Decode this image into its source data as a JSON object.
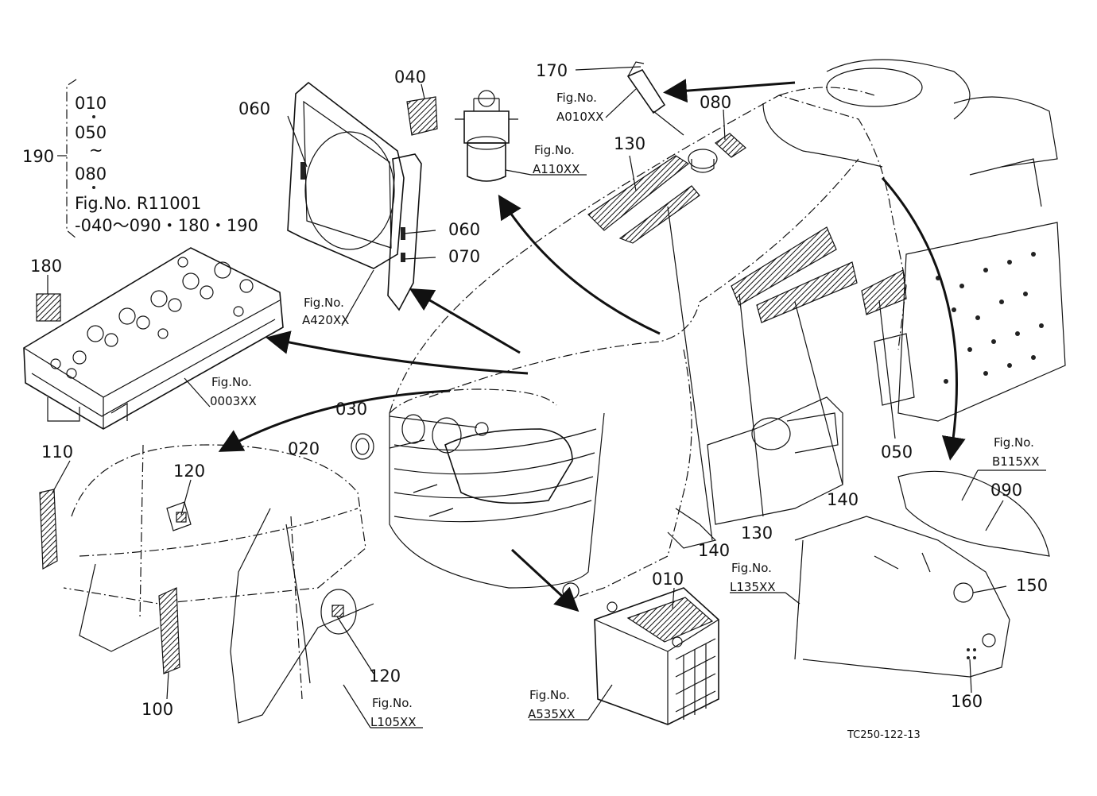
{
  "stack": {
    "group_label": "190",
    "lines": [
      "010",
      "050",
      "~",
      "080",
      "Fig.No. R11001",
      "-040～090・180・190"
    ]
  },
  "labels": {
    "l010_battery": "010",
    "l020": "020",
    "l030": "030",
    "l040": "040",
    "l050": "050",
    "l060_top": "060",
    "l060_side": "060",
    "l070": "070",
    "l080": "080",
    "l090": "090",
    "l100": "100",
    "l110": "110",
    "l120_left": "120",
    "l120_bottom": "120",
    "l130_top": "130",
    "l130_side": "130",
    "l140_right": "140",
    "l140_bottom": "140",
    "l150": "150",
    "l160": "160",
    "l170": "170",
    "l180": "180"
  },
  "figrefs": {
    "a010": {
      "line1": "Fig.No.",
      "line2": "A010XX"
    },
    "a110": {
      "line1": "Fig.No.",
      "line2": "A110XX"
    },
    "a420": {
      "line1": "Fig.No.",
      "line2": "A420XX"
    },
    "f0003": {
      "line1": "Fig.No.",
      "line2": "0003XX"
    },
    "b115": {
      "line1": "Fig.No.",
      "line2": "B115XX"
    },
    "l135": {
      "line1": "Fig.No.",
      "line2": "L135XX"
    },
    "l105": {
      "line1": "Fig.No.",
      "line2": "L105XX"
    },
    "a535": {
      "line1": "Fig.No.",
      "line2": "A535XX"
    }
  },
  "footer": {
    "code": "TC250-122-13"
  }
}
